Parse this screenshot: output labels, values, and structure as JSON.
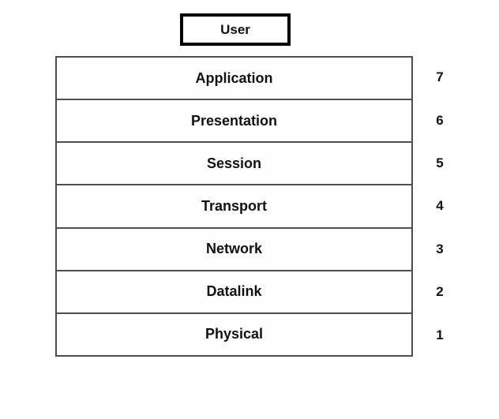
{
  "diagram": {
    "user_box": {
      "label": "User"
    },
    "layers": [
      {
        "name": "Application",
        "number": "7"
      },
      {
        "name": "Presentation",
        "number": "6"
      },
      {
        "name": "Session",
        "number": "5"
      },
      {
        "name": "Transport",
        "number": "4"
      },
      {
        "name": "Network",
        "number": "3"
      },
      {
        "name": "Datalink",
        "number": "2"
      },
      {
        "name": "Physical",
        "number": "1"
      }
    ],
    "colors": {
      "stack_border": "#4d4d4d",
      "user_box_border": "#000000",
      "text": "#111111",
      "background": "#ffffff"
    }
  }
}
